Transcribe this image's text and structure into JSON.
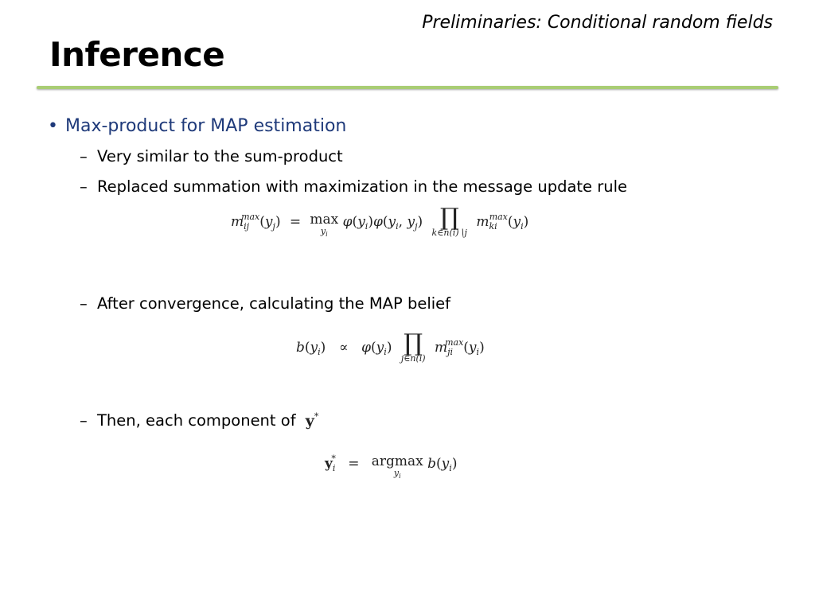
{
  "header": {
    "section": "Preliminaries: Conditional random fields",
    "title": "Inference"
  },
  "bullets": {
    "main": "Max-product for MAP estimation",
    "sub1": "Very similar to the sum-product",
    "sub2": "Replaced summation with maximization in the message update rule",
    "sub3": "After convergence, calculating the MAP belief",
    "sub4": "Then, each component of"
  },
  "markers": {
    "main": "•",
    "sub": "–"
  },
  "colors": {
    "accent_rule": "#a9cd74",
    "main_bullet": "#1f3a7a"
  }
}
